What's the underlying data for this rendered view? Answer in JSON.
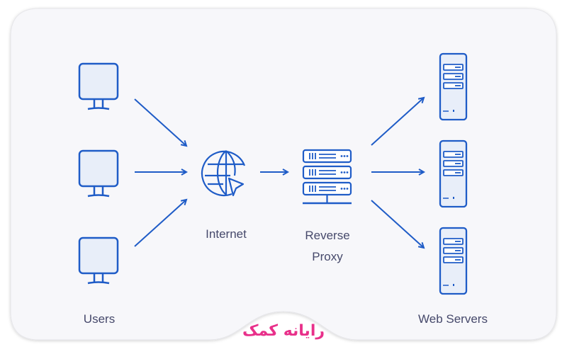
{
  "diagram": {
    "title": "Reverse Proxy Architecture",
    "nodes": {
      "users": {
        "label": "Users",
        "count": 3,
        "icon": "monitor-icon"
      },
      "internet": {
        "label": "Internet",
        "icon": "globe-cursor-icon"
      },
      "proxy": {
        "label_line1": "Reverse",
        "label_line2": "Proxy",
        "icon": "server-rack-icon"
      },
      "servers": {
        "label": "Web Servers",
        "count": 3,
        "icon": "tower-server-icon"
      }
    },
    "edges": [
      {
        "from": "user-1",
        "to": "internet"
      },
      {
        "from": "user-2",
        "to": "internet"
      },
      {
        "from": "user-3",
        "to": "internet"
      },
      {
        "from": "internet",
        "to": "proxy"
      },
      {
        "from": "proxy",
        "to": "server-1"
      },
      {
        "from": "proxy",
        "to": "server-2"
      },
      {
        "from": "proxy",
        "to": "server-3"
      }
    ],
    "colors": {
      "stroke": "#1f5cc7",
      "fill": "#e8eef9",
      "background": "#f7f7fa",
      "label": "#46496b",
      "brand": "#e8308a"
    }
  },
  "watermark": {
    "text": "رایانه کمک"
  }
}
